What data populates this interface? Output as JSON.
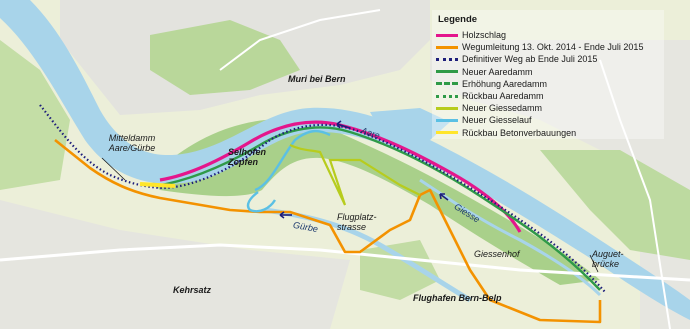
{
  "legend": {
    "title": "Legende",
    "items": [
      {
        "label": "Holzschlag",
        "color": "#e4168c",
        "style": "solid"
      },
      {
        "label": "Wegumleitung 13. Okt. 2014 - Ende Juli 2015",
        "color": "#f39200",
        "style": "solid"
      },
      {
        "label": "Definitiver Weg ab Ende Juli 2015",
        "color": "#1d1d7a",
        "style": "dotted"
      },
      {
        "label": "Neuer Aaredamm",
        "color": "#2f9a48",
        "style": "solid"
      },
      {
        "label": "Erhöhung Aaredamm",
        "color": "#2f9a48",
        "style": "dashed"
      },
      {
        "label": "Rückbau Aaredamm",
        "color": "#2f9a48",
        "style": "dotted"
      },
      {
        "label": "Neuer Giessedamm",
        "color": "#b7cc1e",
        "style": "solid"
      },
      {
        "label": "Neuer Giesselauf",
        "color": "#5bc0e4",
        "style": "solid"
      },
      {
        "label": "Rückbau Betonverbauungen",
        "color": "#ffe52b",
        "style": "solid"
      }
    ]
  },
  "places": {
    "muri": "Muri bei Bern",
    "selhofen": "Selhofen Zopfen",
    "mitteldamm": "Mitteldamm Aare/Gürbe",
    "flugplatz": "Flugplatz- strasse",
    "giessenhof": "Giessenhof",
    "augetbruecke": "Auguet- brücke",
    "kehrsatz": "Kehrsatz",
    "flughafen": "Flughafen Bern-Belp"
  },
  "water": {
    "aare": "Aare",
    "giesse": "Giesse",
    "guerbe": "Gürbe"
  }
}
